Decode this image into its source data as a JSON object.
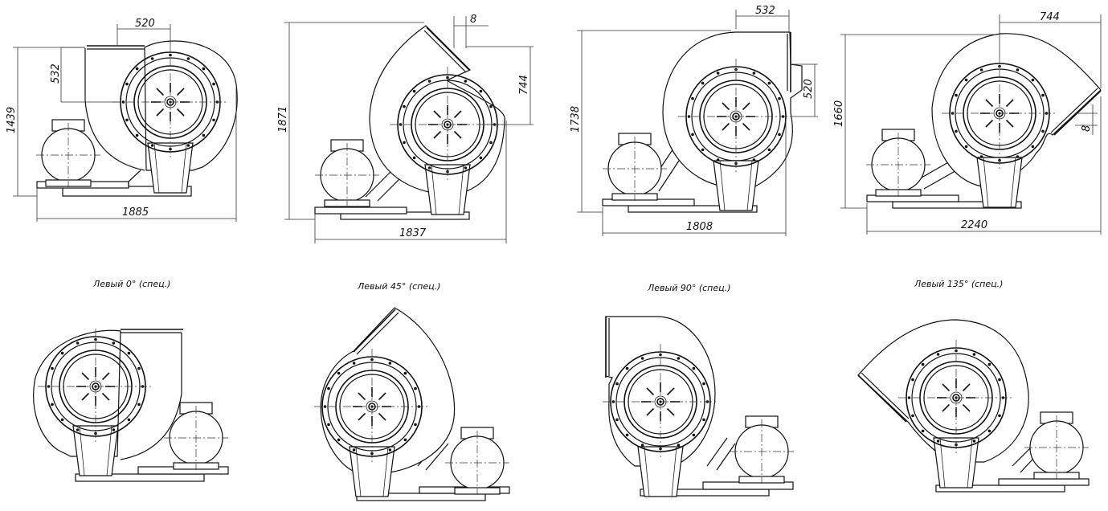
{
  "top_row": [
    {
      "id": "v1",
      "dims": {
        "top": "520",
        "side": "532",
        "height": "1439",
        "width": "1885"
      }
    },
    {
      "id": "v2",
      "dims": {
        "top": "8",
        "side": "744",
        "height": "1871",
        "width": "1837"
      }
    },
    {
      "id": "v3",
      "dims": {
        "top": "532",
        "side": "520",
        "height": "1738",
        "width": "1808"
      }
    },
    {
      "id": "v4",
      "dims": {
        "top": "744",
        "side": "8",
        "height": "1660",
        "width": "2240"
      }
    }
  ],
  "captions": [
    "Левый 0° (спец.)",
    "Левый 45° (спец.)",
    "Левый 90° (спец.)",
    "Левый 135° (спец.)"
  ]
}
